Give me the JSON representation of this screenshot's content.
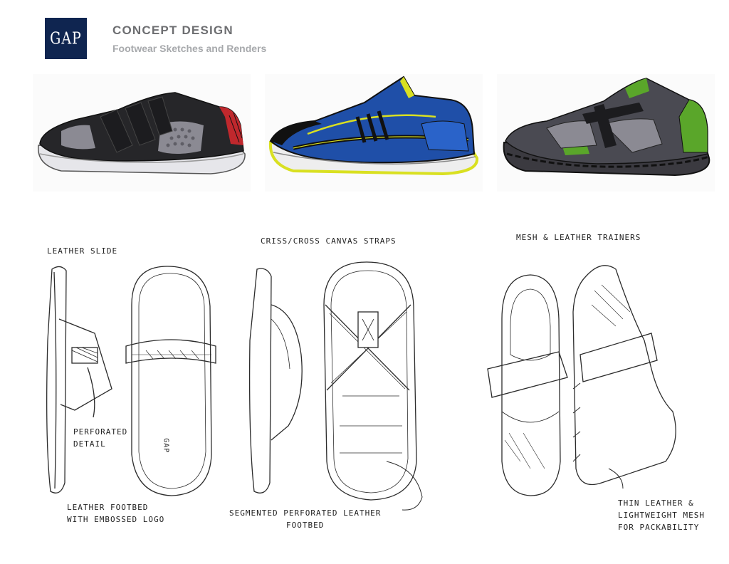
{
  "logo": {
    "text": "GAP"
  },
  "header": {
    "title": "CONCEPT DESIGN",
    "subtitle": "Footwear Sketches and Renders"
  },
  "colors": {
    "logo_bg": "#0f2550",
    "title": "#6d6e71",
    "subtitle": "#a7a9ac",
    "accent_red": "#c0282d",
    "accent_blue": "#1f4fa8",
    "accent_yellow": "#d9e021",
    "accent_green": "#5aa62a"
  },
  "renders": [
    {
      "name": "black-red-sneaker"
    },
    {
      "name": "blue-yellow-sneaker"
    },
    {
      "name": "green-grey-sneaker"
    }
  ],
  "annotations": {
    "leather_slide": "Leather Slide",
    "perforated_detail": "Perforated\nDetail",
    "footbed_logo": "Leather footbed\nwith embossed logo",
    "canvas_straps": "Criss/cross canvas straps",
    "segmented_footbed": "Segmented perforated leather\nfootbed",
    "mesh_trainers": "Mesh & Leather Trainers",
    "thin_leather": "Thin leather &\nlightweight mesh\nfor packability"
  },
  "logo_mark": "GAP"
}
